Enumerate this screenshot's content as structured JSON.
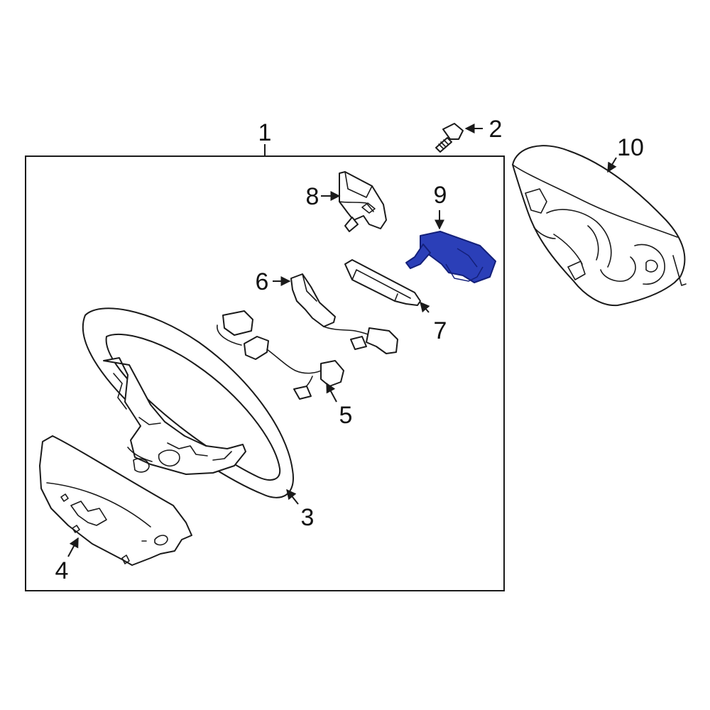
{
  "diagram": {
    "callouts": [
      {
        "id": "1",
        "label": "1"
      },
      {
        "id": "2",
        "label": "2"
      },
      {
        "id": "3",
        "label": "3"
      },
      {
        "id": "4",
        "label": "4"
      },
      {
        "id": "5",
        "label": "5"
      },
      {
        "id": "6",
        "label": "6"
      },
      {
        "id": "7",
        "label": "7"
      },
      {
        "id": "8",
        "label": "8"
      },
      {
        "id": "9",
        "label": "9"
      },
      {
        "id": "10",
        "label": "10"
      }
    ],
    "highlighted_part": "9",
    "colors": {
      "line": "#1a1a1a",
      "highlight_fill": "#2b3fb8",
      "highlight_stroke": "#14207a",
      "background": "#ffffff"
    }
  }
}
